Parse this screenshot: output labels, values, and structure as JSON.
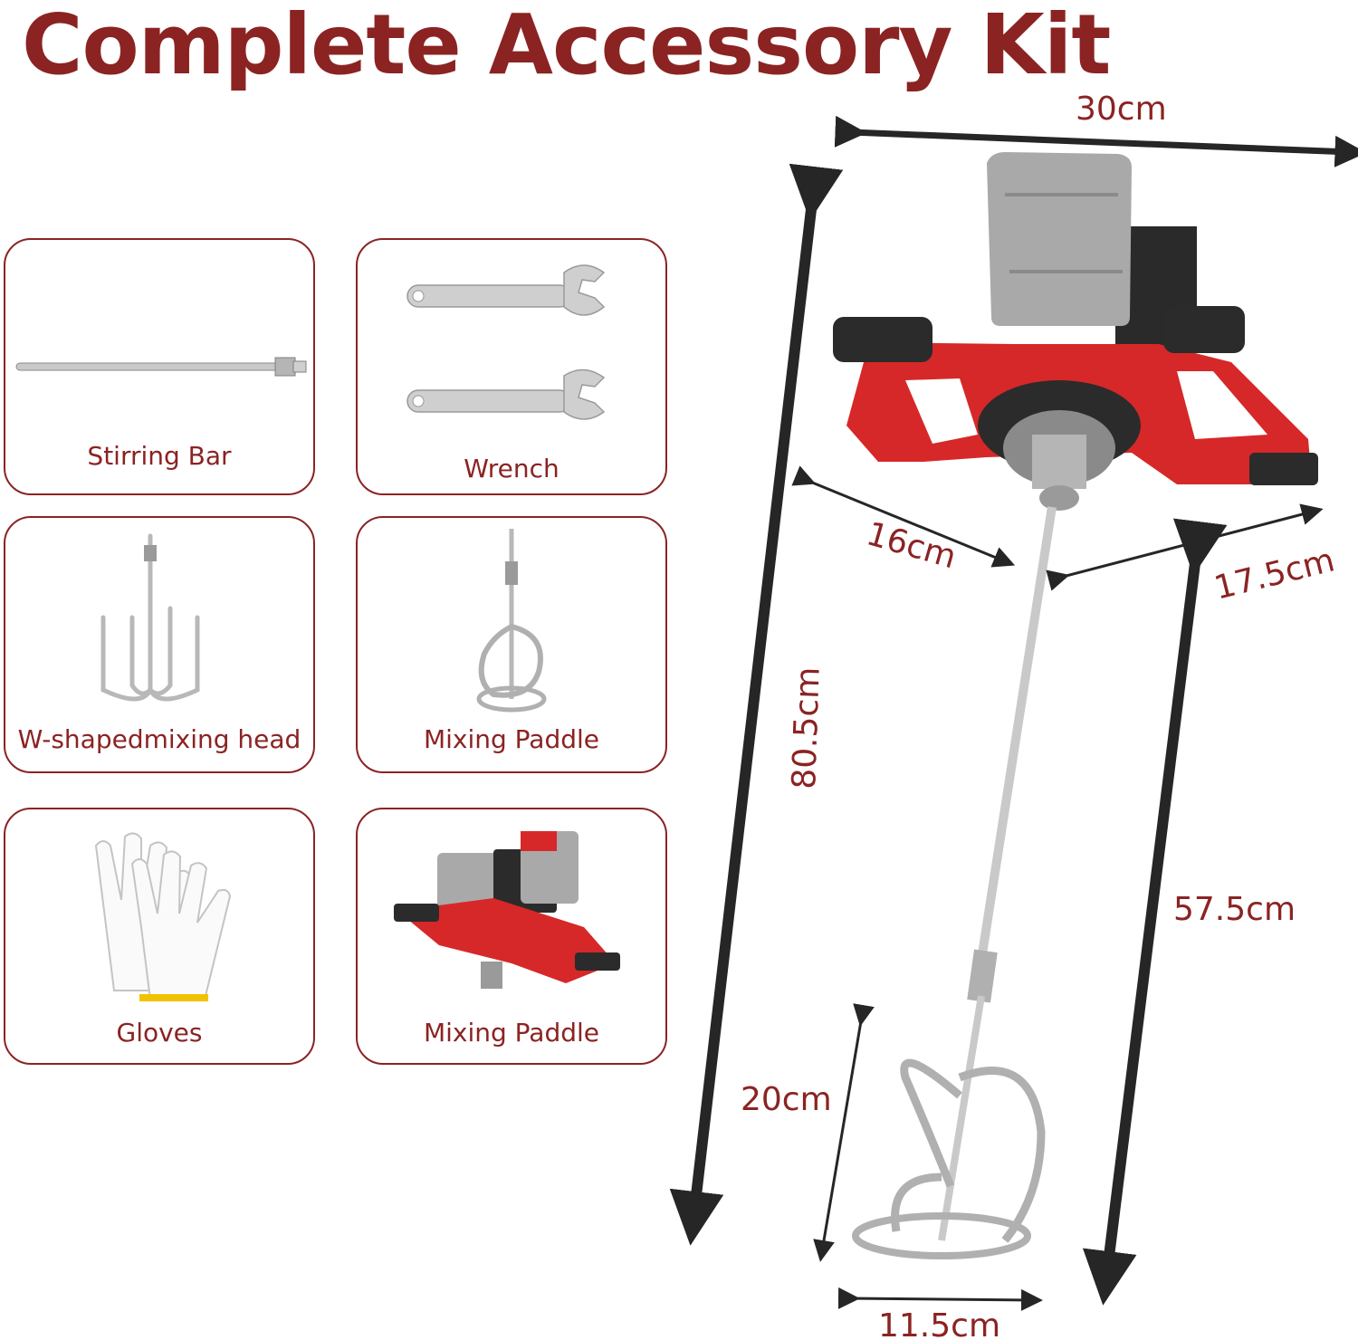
{
  "heading": {
    "title": "Complete Accessory Kit"
  },
  "colors": {
    "accent": "#8b2323",
    "tool_red": "#d62828",
    "arrow": "#262626",
    "silver": "#c9c9c9",
    "battery_gray": "#a9a9a9"
  },
  "accessories": [
    {
      "label": "Stirring Bar",
      "icon": "stirring-bar-icon"
    },
    {
      "label": "Wrench",
      "icon": "wrench-icon"
    },
    {
      "label": "W-shapedmixing head",
      "icon": "w-mixing-head-icon"
    },
    {
      "label": "Mixing Paddle",
      "icon": "mixing-paddle-icon"
    },
    {
      "label": "Gloves",
      "icon": "gloves-icon"
    },
    {
      "label": "Mixing Paddle",
      "icon": "mixer-tool-icon"
    }
  ],
  "dimensions": {
    "width": "30cm",
    "total_height": "80.5cm",
    "head_depth": "16cm",
    "head_width": "17.5cm",
    "shaft_length": "57.5cm",
    "paddle_height": "20cm",
    "paddle_width": "11.5cm"
  }
}
